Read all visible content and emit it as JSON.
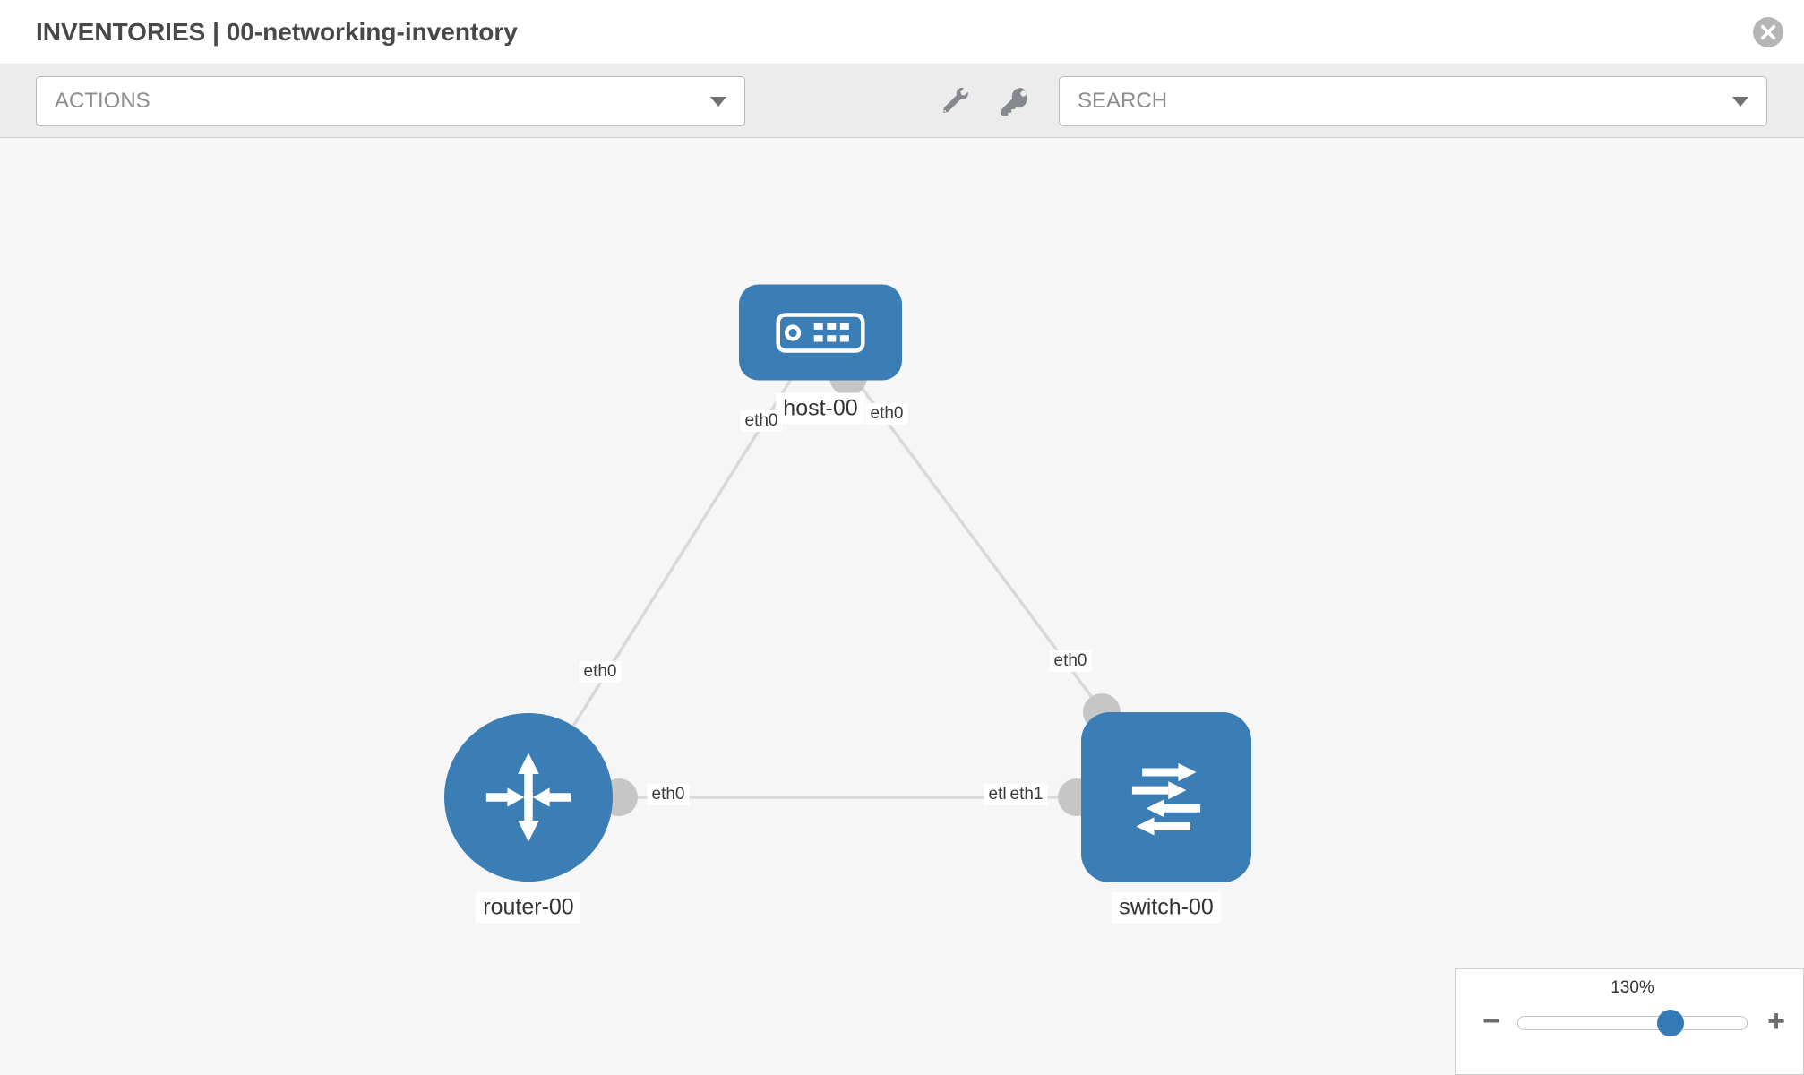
{
  "header": {
    "title": "INVENTORIES | 00-networking-inventory"
  },
  "toolbar": {
    "actions_label": "ACTIONS",
    "search_label": "SEARCH"
  },
  "topology": {
    "nodes": [
      {
        "id": "host-00",
        "type": "host",
        "label": "host-00"
      },
      {
        "id": "router-00",
        "type": "router",
        "label": "router-00"
      },
      {
        "id": "switch-00",
        "type": "switch",
        "label": "switch-00"
      }
    ],
    "links": [
      {
        "source": "host-00",
        "target": "router-00",
        "source_interface": "eth0",
        "target_interface": "eth0"
      },
      {
        "source": "host-00",
        "target": "switch-00",
        "source_interface": "eth0",
        "target_interface": "eth0"
      },
      {
        "source": "router-00",
        "target": "switch-00",
        "source_interface": "eth0",
        "target_interface": "eth1"
      }
    ]
  },
  "zoom": {
    "level": "130%",
    "minus_label": "−",
    "plus_label": "+"
  },
  "colors": {
    "node_fill": "#3b7db5",
    "link_stroke": "#d9d9d9",
    "canvas_bg": "#f6f6f6",
    "slider_thumb": "#337ab7"
  }
}
